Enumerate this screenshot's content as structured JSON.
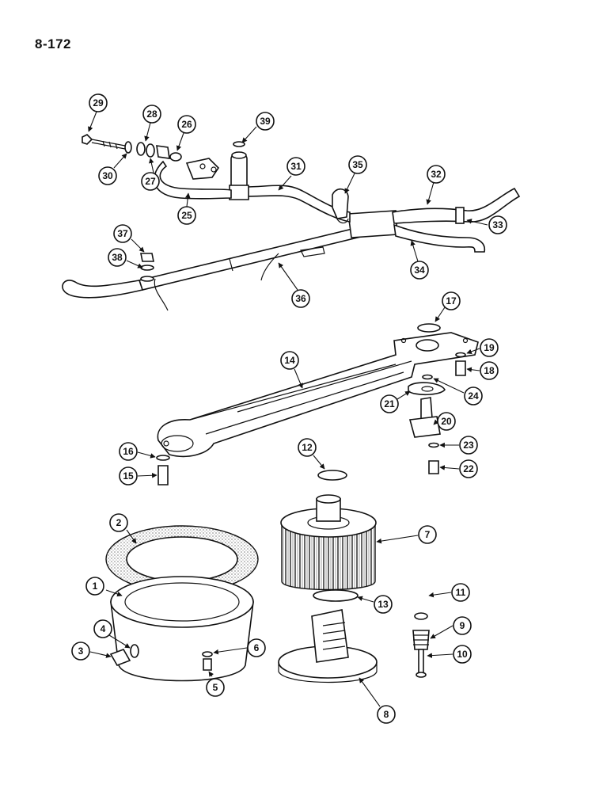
{
  "page_number": "8-172",
  "callouts": [
    "1",
    "2",
    "3",
    "4",
    "5",
    "6",
    "7",
    "8",
    "9",
    "10",
    "11",
    "12",
    "13",
    "14",
    "15",
    "16",
    "17",
    "18",
    "19",
    "20",
    "21",
    "22",
    "23",
    "24",
    "25",
    "26",
    "27",
    "28",
    "29",
    "30",
    "31",
    "32",
    "33",
    "34",
    "35",
    "36",
    "37",
    "38",
    "39"
  ]
}
